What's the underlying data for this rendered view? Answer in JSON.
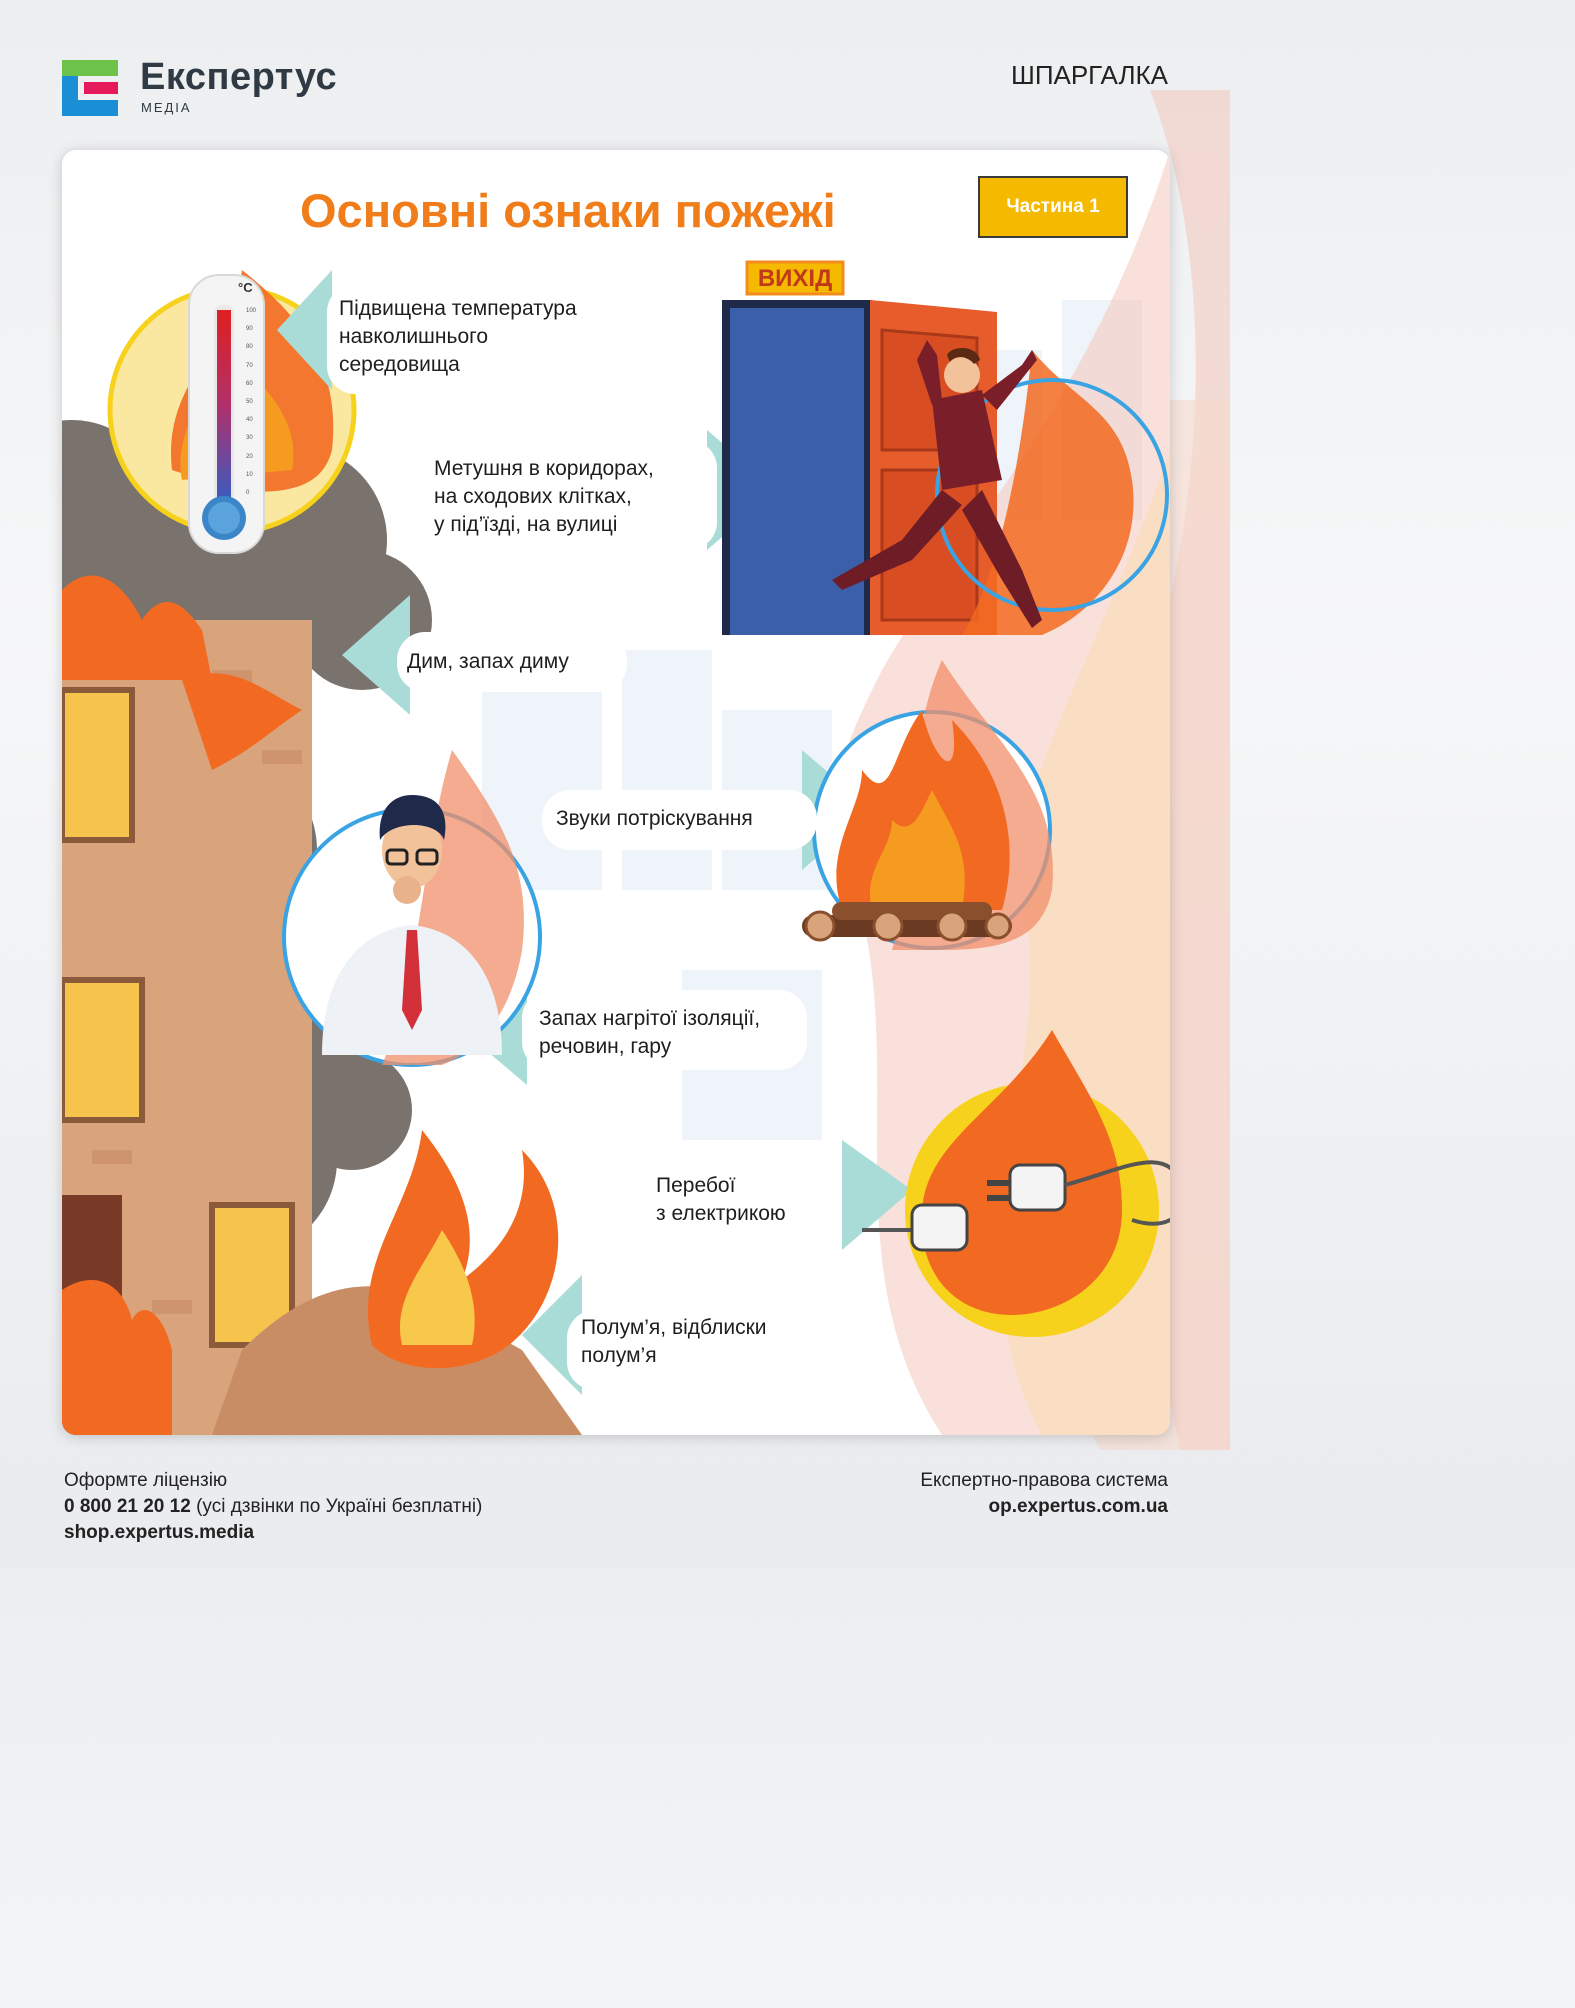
{
  "header": {
    "brand_name": "Експертус",
    "brand_sub": "МЕДІА",
    "doc_type": "ШПАРГАЛКА"
  },
  "card": {
    "title": "Основні ознаки пожежі",
    "part_badge": "Частина 1"
  },
  "illustrations": {
    "exit_sign": "ВИХІД",
    "thermometer_unit": "°C",
    "thermometer_scale": [
      "100",
      "90",
      "80",
      "70",
      "60",
      "50",
      "40",
      "30",
      "20",
      "10",
      "0"
    ]
  },
  "signs": [
    {
      "lines": [
        "Підвищена температура",
        "навколишнього",
        "середовища"
      ]
    },
    {
      "lines": [
        "Метушня в коридорах,",
        "на сходових клітках,",
        "у під’їзді, на вулиці"
      ]
    },
    {
      "lines": [
        "Дим, запах диму"
      ]
    },
    {
      "lines": [
        "Звуки потріскування"
      ]
    },
    {
      "lines": [
        "Запах нагрітої ізоляції,",
        "речовин, гару"
      ]
    },
    {
      "lines": [
        "Перебої",
        "з електрикою"
      ]
    },
    {
      "lines": [
        "Полум’я, відблиски",
        "полум’я"
      ]
    }
  ],
  "footer": {
    "left_line1": "Оформте ліцензію",
    "phone": "0 800 21 20 12",
    "phone_note": " (усі дзвінки по Україні безплатні)",
    "shop_url": "shop.expertus.media",
    "right_line1": "Експертно-правова система",
    "system_url": "op.expertus.com.ua"
  },
  "colors": {
    "title_orange": "#f07d1a",
    "badge_yellow": "#f5b900",
    "teal_arrow": "#a9dcd6",
    "circle_yellow": "#f7d21c",
    "circle_blue": "#3aa3e3",
    "smoke": "#6f6761",
    "brick": "#d9a47c"
  },
  "icons": [
    "fire-icon",
    "thermometer-icon",
    "exit-door-icon",
    "bonfire-icon",
    "plug-icon",
    "coughing-man-icon",
    "burning-building-icon"
  ]
}
